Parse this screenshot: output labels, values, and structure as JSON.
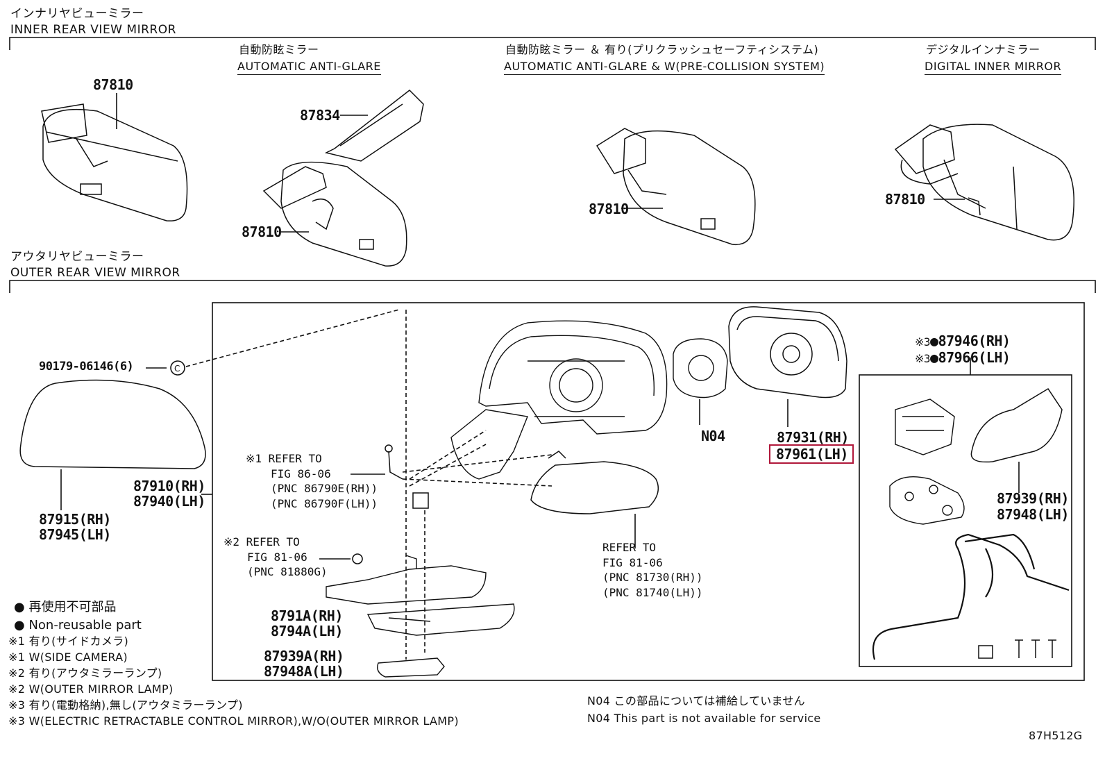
{
  "inner_section": {
    "title_ja": "インナリヤビューミラー",
    "title_en": "INNER REAR VIEW MIRROR",
    "captions": [
      {
        "ja": "自動防眩ミラー",
        "en": "AUTOMATIC ANTI-GLARE"
      },
      {
        "ja": "自動防眩ミラー ＆ 有り(プリクラッシュセーフティシステム)",
        "en": "AUTOMATIC ANTI-GLARE & W(PRE-COLLISION SYSTEM)"
      },
      {
        "ja": "デジタルインナミラー",
        "en": "DIGITAL INNER MIRROR"
      }
    ],
    "parts": [
      "87810",
      "87834",
      "87810",
      "87810",
      "87810"
    ]
  },
  "outer_section": {
    "title_ja": "アウタリヤビューミラー",
    "title_en": "OUTER REAR VIEW MIRROR"
  },
  "parts": {
    "clip": "90179-06146(6)",
    "cover_rh": "87915(RH)",
    "cover_lh": "87945(LH)",
    "assy_rh": "87910(RH)",
    "assy_lh": "87940(LH)",
    "n04": "N04",
    "mirror_rh": "87931(RH)",
    "mirror_lh": "87961(LH)",
    "motor_rh": "87946(RH)",
    "motor_lh": "87966(LH)",
    "mark_prefix": "※3",
    "cover2_rh": "87939(RH)",
    "cover2_lh": "87948(LH)",
    "lamp_rh": "8791A(RH)",
    "lamp_lh": "8794A(LH)",
    "lamp2_rh": "87939A(RH)",
    "lamp2_lh": "87948A(LH)"
  },
  "refs": {
    "ref1": [
      "※1 REFER TO",
      "FIG 86-06",
      "(PNC 86790E(RH))",
      "(PNC 86790F(LH))"
    ],
    "ref2": [
      "※2 REFER TO",
      "FIG 81-06",
      "(PNC 81880G)"
    ],
    "ref3": [
      "REFER TO",
      "FIG 81-06",
      "(PNC 81730(RH))",
      "(PNC 81740(LH))"
    ]
  },
  "legend": {
    "ja": "再使用不可部品",
    "en": "Non-reusable part"
  },
  "notes": [
    "※1 有り(サイドカメラ)",
    "※1 W(SIDE CAMERA)",
    "※2 有り(アウタミラーランプ)",
    "※2 W(OUTER MIRROR LAMP)",
    "※3 有り(電動格納),無し(アウタミラーランプ)",
    "※3 W(ELECTRIC RETRACTABLE CONTROL MIRROR),W/O(OUTER MIRROR LAMP)"
  ],
  "n04_note": {
    "ja": "N04 この部品については補給していません",
    "en": "N04 This part is not available for service"
  },
  "figure_code": "87H512G",
  "highlight_color": "#b0173a"
}
